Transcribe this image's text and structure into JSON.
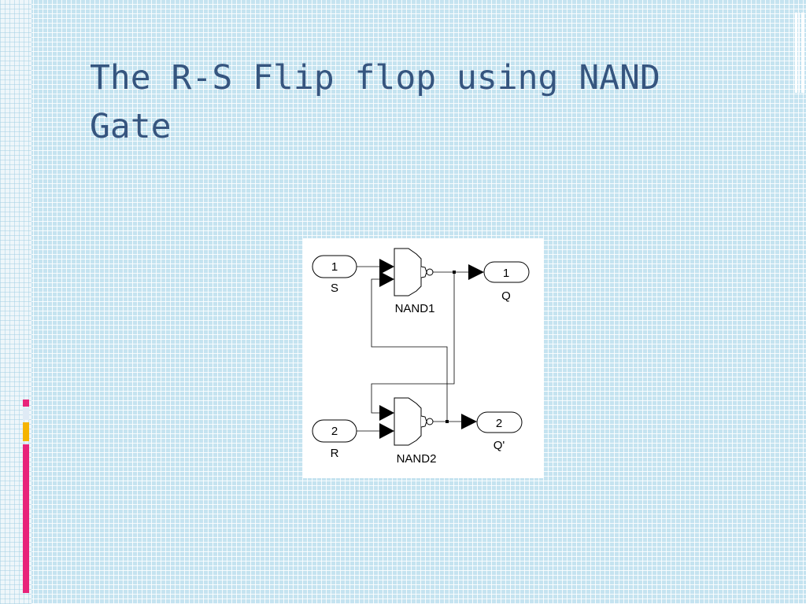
{
  "slide": {
    "title": "The R-S Flip flop using NAND Gate"
  },
  "colors": {
    "title": "#36557f",
    "background": "#c5e3f0",
    "accent_pink": "#e8237a",
    "accent_yellow": "#f5b400",
    "accent_light": "#dfeaf5"
  },
  "diagram": {
    "inports": [
      {
        "number": "1",
        "label": "S"
      },
      {
        "number": "2",
        "label": "R"
      }
    ],
    "outports": [
      {
        "number": "1",
        "label": "Q"
      },
      {
        "number": "2",
        "label": "Q'"
      }
    ],
    "gates": [
      {
        "label": "NAND1"
      },
      {
        "label": "NAND2"
      }
    ]
  }
}
